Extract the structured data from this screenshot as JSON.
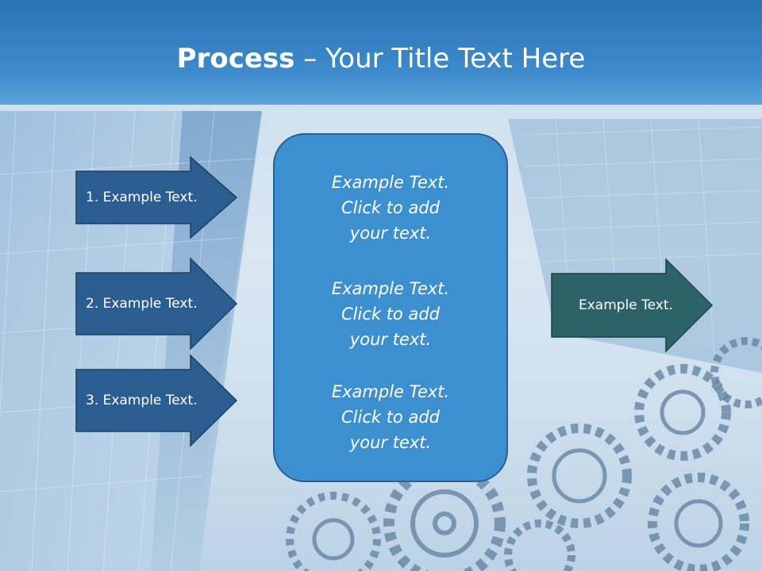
{
  "title": {
    "bold": "Process",
    "dash": " – ",
    "rest": "Your Title Text Here"
  },
  "left_arrows": [
    {
      "label": "1. Example Text."
    },
    {
      "label": "2. Example Text."
    },
    {
      "label": "3. Example Text."
    }
  ],
  "center_box": {
    "paragraphs": [
      {
        "line1": "Example Text.",
        "line2": "Click  to add",
        "line3": "your text."
      },
      {
        "line1": "Example Text.",
        "line2": "Click  to add",
        "line3": "your text."
      },
      {
        "line1": "Example Text.",
        "line2": "Click  to add",
        "line3": "your text."
      }
    ]
  },
  "right_arrow": {
    "label": "Example Text."
  },
  "colors": {
    "title_bar": "#2a74b3",
    "left_arrow_fill": "#2c5d91",
    "center_box_fill": "#3d90cf",
    "right_arrow_fill": "#2d6268",
    "text": "#ffffff"
  }
}
